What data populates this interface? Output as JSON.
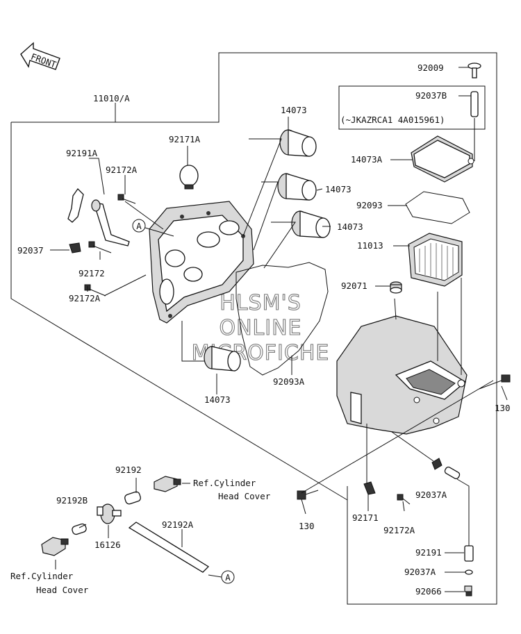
{
  "front_arrow": {
    "label": "FRONT"
  },
  "watermark": {
    "line1": "HLSM'S",
    "line2": "ONLINE",
    "line3": "MICROFICHE"
  },
  "bracket_note": "(~JKAZRCA1 4A015961)",
  "labels": {
    "p11010A": "11010/A",
    "p92009": "92009",
    "p92037B": "92037B",
    "p14073_top": "14073",
    "p92171A": "92171A",
    "p92191A": "92191A",
    "p92172A_top": "92172A",
    "p14073A": "14073A",
    "p14073_mid1": "14073",
    "p92093": "92093",
    "p14073_mid2": "14073",
    "p11013": "11013",
    "p92037": "92037",
    "p92172": "92172",
    "p92071": "92071",
    "p92172A_left": "92172A",
    "p14073_bottom": "14073",
    "p92093A": "92093A",
    "p130_right": "130",
    "p92192": "92192",
    "p92192B": "92192B",
    "p16126": "16126",
    "p92192A": "92192A",
    "p130_bottom": "130",
    "p92171": "92171",
    "p92172A_bottom": "92172A",
    "p92037A_mid": "92037A",
    "p92191": "92191",
    "p92037A_low": "92037A",
    "p92066": "92066",
    "ref_cyl_right_1": "Ref.Cylinder",
    "ref_cyl_right_2": "Head Cover",
    "ref_cyl_left_1": "Ref.Cylinder",
    "ref_cyl_left_2": "Head Cover",
    "callout_A_top": "A",
    "callout_A_bottom": "A"
  }
}
